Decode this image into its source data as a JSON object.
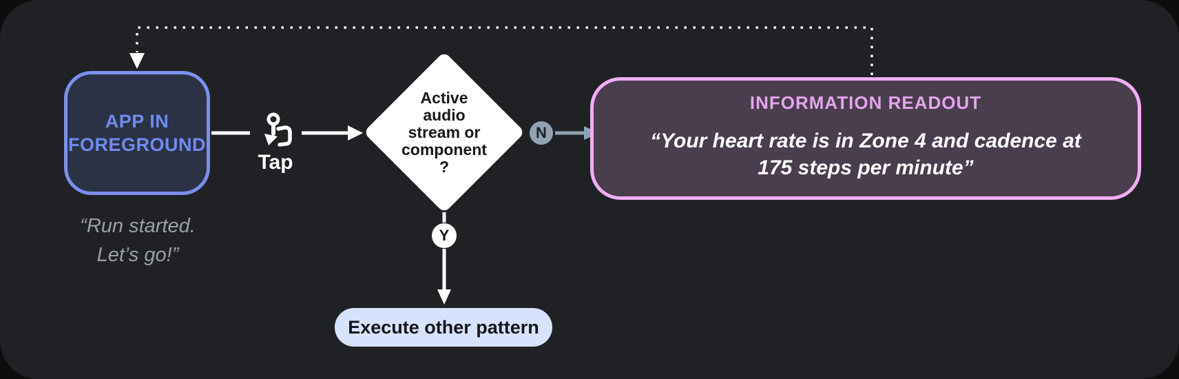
{
  "colors": {
    "page_background": "#0d0d0d",
    "panel_background": "#202124",
    "app_node_border": "#7c8ff0",
    "app_node_fill": "#2b3245",
    "app_node_text": "#6f8bf0",
    "caption_text": "#9aa0a6",
    "connector_white": "#ffffff",
    "decision_fill": "#ffffff",
    "decision_text": "#17181a",
    "no_badge_fill": "#8fa3b5",
    "no_badge_text": "#202124",
    "yes_badge_fill": "#ffffff",
    "yes_badge_text": "#17181a",
    "readout_border": "#f0aff5",
    "readout_fill": "#4a3d4d",
    "readout_title_text": "#e5a5ee",
    "readout_body_text": "#ffffff",
    "pill_fill": "#d7e3fc",
    "pill_text": "#15161a"
  },
  "flowchart": {
    "app_node": {
      "label": "APP IN FOREGROUND",
      "caption": "“Run started.\nLet’s go!”"
    },
    "tap": {
      "label": "Tap",
      "icon": "tap-gesture-icon"
    },
    "decision": {
      "label": "Active\naudio\nstream or\ncomponent\n?"
    },
    "branches": {
      "no": "N",
      "yes": "Y"
    },
    "readout": {
      "title": "INFORMATION READOUT",
      "quote": "“Your heart rate is in Zone 4 and cadence at\n175 steps per minute”"
    },
    "terminal": {
      "label": "Execute other pattern"
    }
  }
}
